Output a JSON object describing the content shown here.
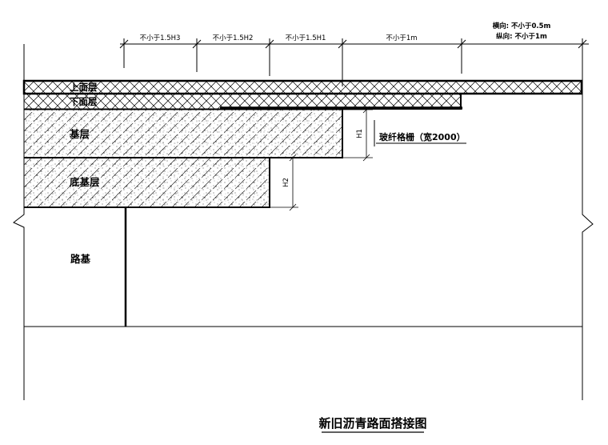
{
  "dimensions": {
    "d1": "不小于1.5H3",
    "d2": "不小于1.5H2",
    "d3": "不小于1.5H1",
    "d4": "不小于1m",
    "note_lateral": "横向: 不小于0.5m",
    "note_longitudinal": "纵向: 不小于1m"
  },
  "layers": {
    "upper_surface": "上面层",
    "lower_surface": "下面层",
    "base": "基层",
    "subbase": "底基层",
    "subgrade": "路基"
  },
  "annotations": {
    "geogrid": "玻纤格栅（宽2000）",
    "h1": "H1",
    "h2": "H2"
  },
  "title": "新旧沥青路面搭接图"
}
